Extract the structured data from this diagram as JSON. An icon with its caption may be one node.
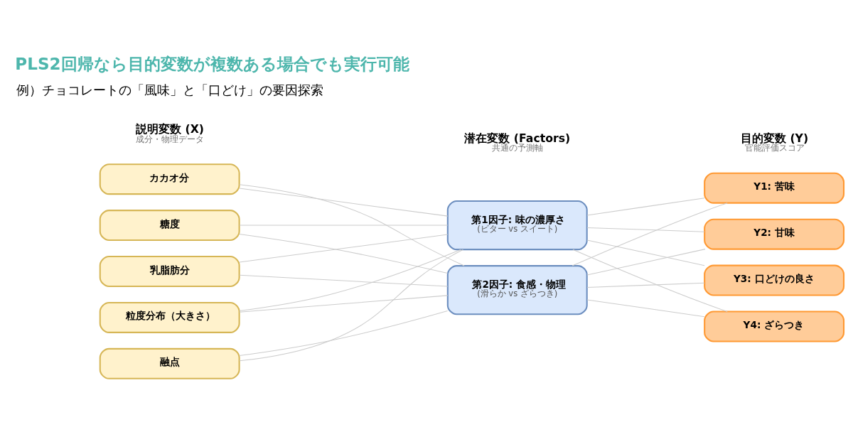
{
  "diagram": {
    "title": "PLS2回帰なら目的変数が複数ある場合でも実行可能",
    "nodes": [
      {
        "text": [
          "カカオ分"
        ]
      },
      {
        "text": [
          "糖度"
        ]
      },
      {
        "text": [
          "乳脂肪分"
        ]
      },
      {
        "text": [
          "粒度分布（大きさ）"
        ]
      },
      {
        "text": [
          "融点"
        ]
      },
      {
        "text": [
          "第1因子: 味の濃厚さ",
          "(ビター vs スイート)"
        ]
      },
      {
        "text": [
          "第2因子: 食感・物理",
          "(滑らか vs ざらつき)"
        ]
      },
      {
        "text": [
          "Y1: 苦味"
        ]
      },
      {
        "text": [
          "Y2: 甘味"
        ]
      },
      {
        "text": [
          "Y3: 口どけの良さ"
        ]
      },
      {
        "text": [
          "Y4: ざらつき"
        ]
      }
    ],
    "edges": [
      {
        "from": 0,
        "to": 5,
        "arrow": "none"
      },
      {
        "from": 0,
        "to": 6,
        "arrow": "none"
      },
      {
        "from": 1,
        "to": 5,
        "arrow": "none"
      },
      {
        "from": 1,
        "to": 6,
        "arrow": "none"
      },
      {
        "from": 2,
        "to": 5,
        "arrow": "none"
      },
      {
        "from": 2,
        "to": 6,
        "arrow": "none"
      },
      {
        "from": 3,
        "to": 5,
        "arrow": "none"
      },
      {
        "from": 3,
        "to": 6,
        "arrow": "none"
      },
      {
        "from": 4,
        "to": 5,
        "arrow": "none"
      },
      {
        "from": 4,
        "to": 6,
        "arrow": "none"
      },
      {
        "from": 5,
        "to": 7,
        "arrow": "none"
      },
      {
        "from": 5,
        "to": 8,
        "arrow": "none"
      },
      {
        "from": 5,
        "to": 9,
        "arrow": "none"
      },
      {
        "from": 5,
        "to": 10,
        "arrow": "none"
      },
      {
        "from": 6,
        "to": 7,
        "arrow": "none"
      },
      {
        "from": 6,
        "to": 8,
        "arrow": "none"
      },
      {
        "from": 6,
        "to": 9,
        "arrow": "none"
      },
      {
        "from": 6,
        "to": 10,
        "arrow": "none"
      }
    ],
    "labels": [
      "例）チョコレートの「風味」と「口どけ」の要因探索",
      "説明変数 (X)",
      "成分・物理データ",
      "潜在変数 (Factors)",
      "共通の予測軸",
      "目的変数 (Y)",
      "官能評価スコア"
    ]
  }
}
